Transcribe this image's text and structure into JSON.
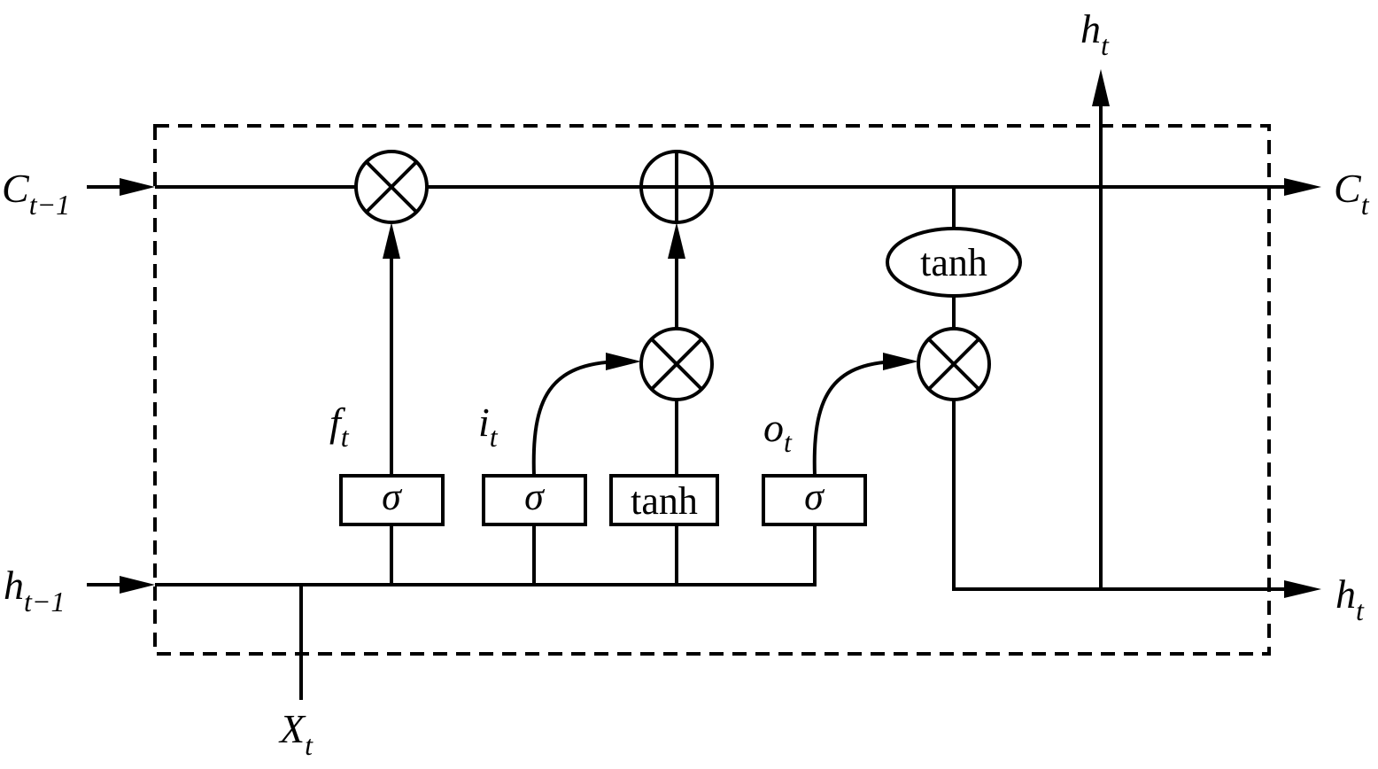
{
  "labels": {
    "c_prev": {
      "main": "C",
      "sub": "t−1"
    },
    "c_next": {
      "main": "C",
      "sub": "t"
    },
    "h_prev": {
      "main": "h",
      "sub": "t−1"
    },
    "h_next": {
      "main": "h",
      "sub": "t"
    },
    "h_top": {
      "main": "h",
      "sub": "t"
    },
    "x_in": {
      "main": "X",
      "sub": "t"
    },
    "f_gate": {
      "main": "f",
      "sub": "t"
    },
    "i_gate": {
      "main": "i",
      "sub": "t"
    },
    "o_gate": {
      "main": "o",
      "sub": "t"
    }
  },
  "blocks": {
    "sigma_f": "σ",
    "sigma_i": "σ",
    "tanh_candidate": "tanh",
    "sigma_o": "σ",
    "tanh_cell": "tanh"
  },
  "colors": {
    "stroke": "#000000",
    "background": "#ffffff"
  }
}
